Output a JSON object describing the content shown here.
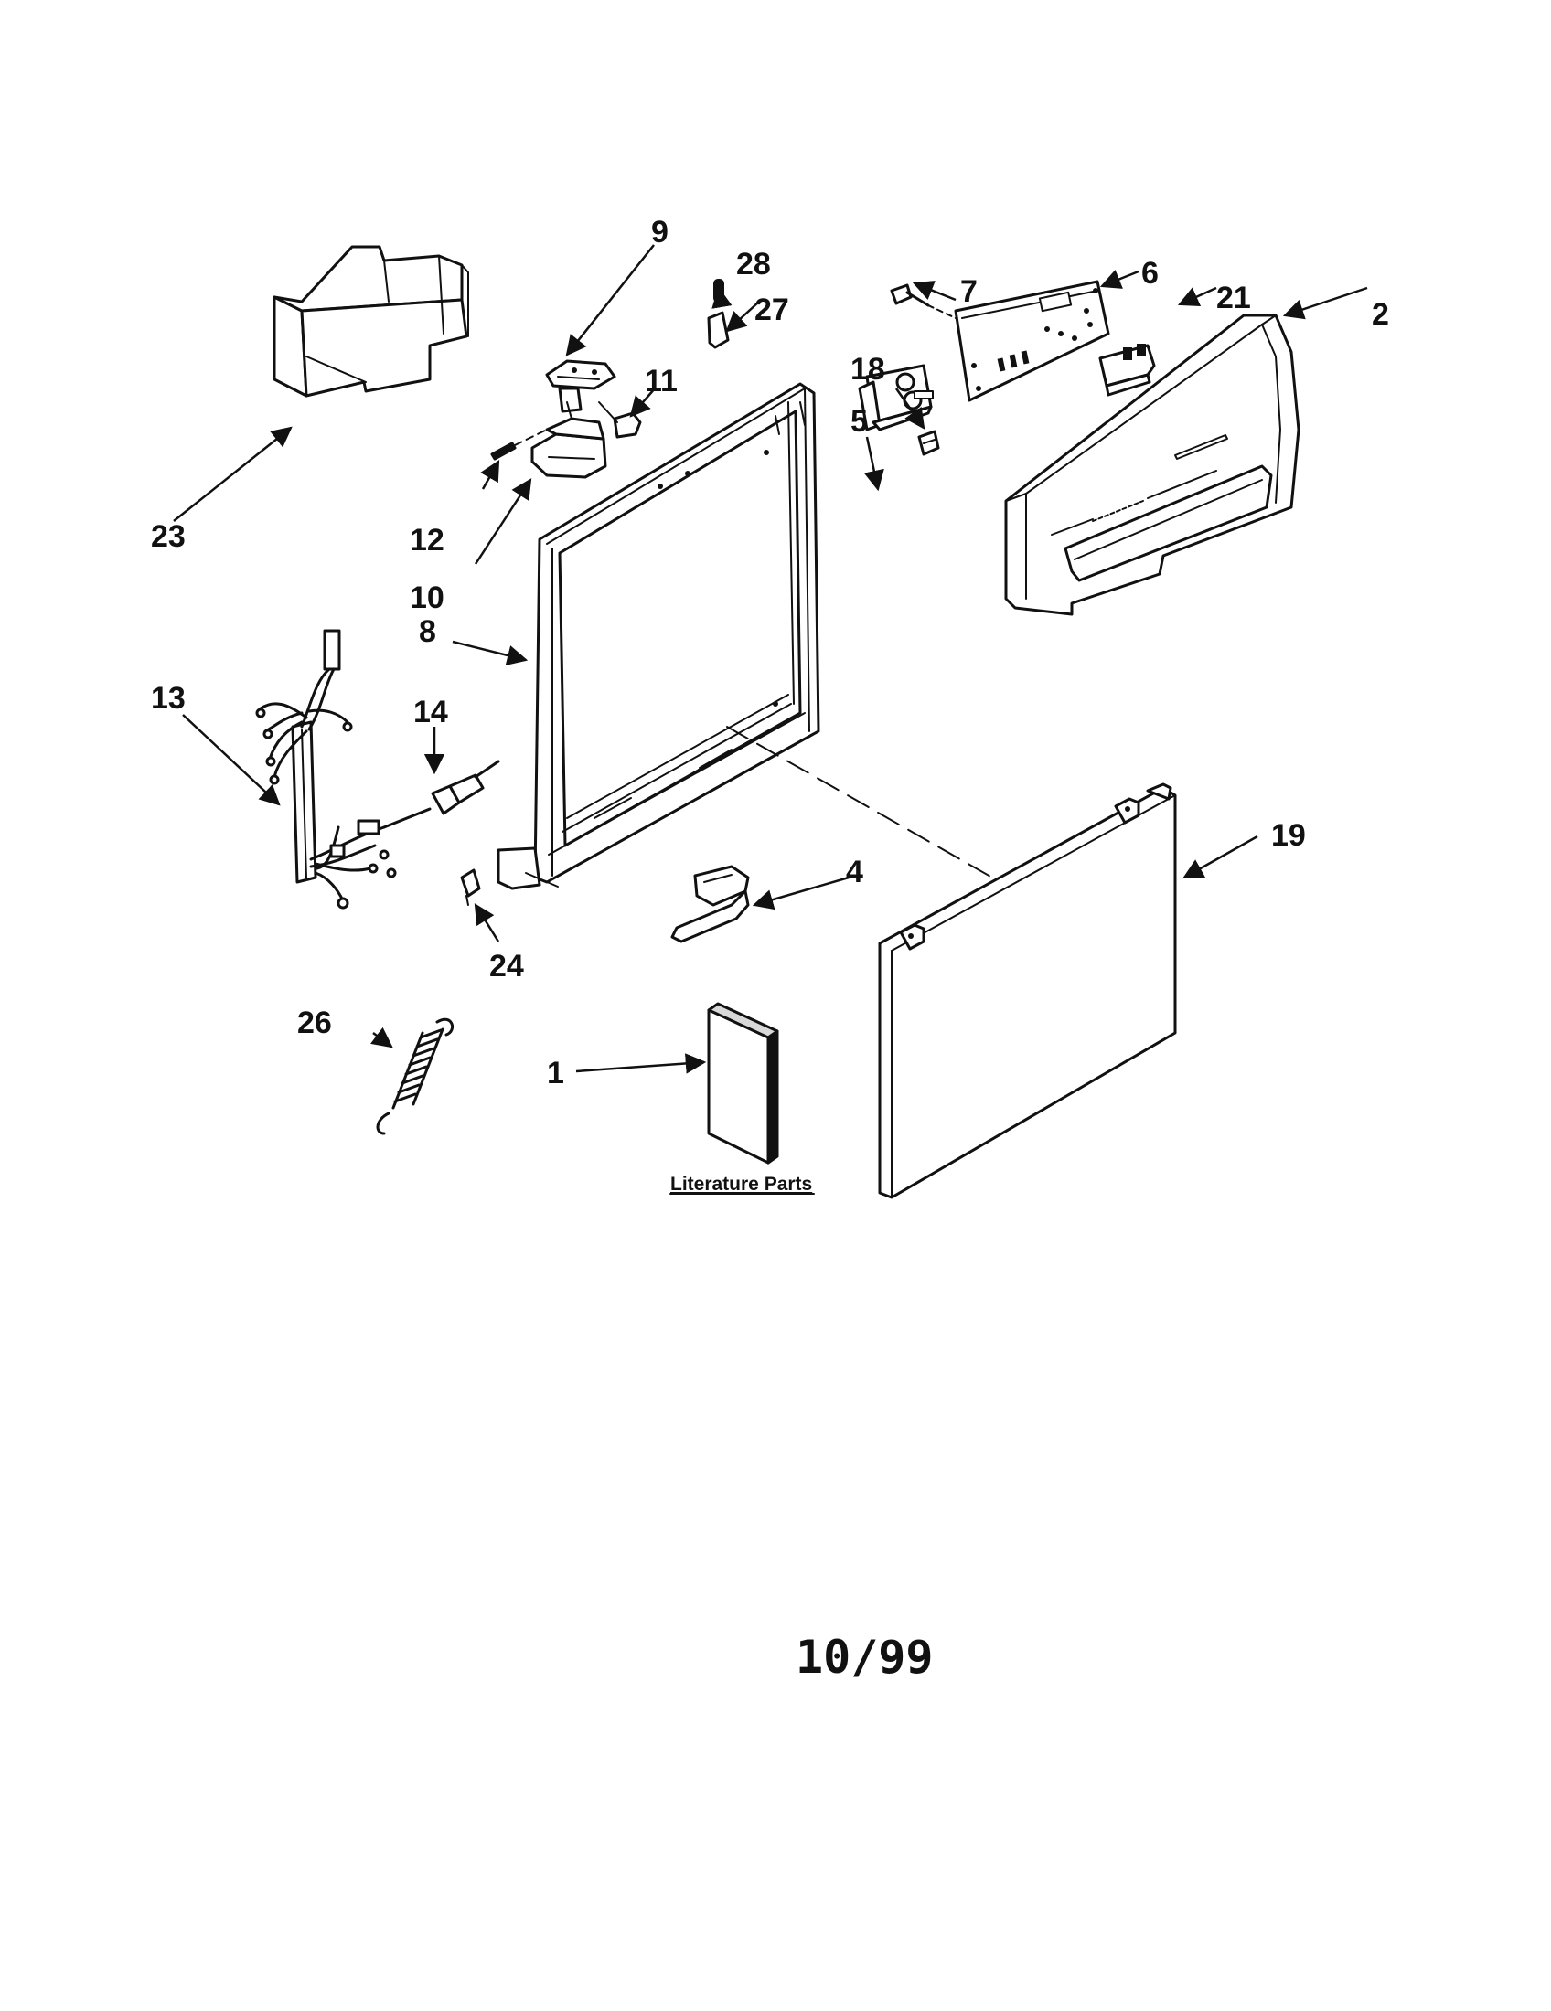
{
  "labels": {
    "p1": "1",
    "p2": "2",
    "p4": "4",
    "p5": "5",
    "p6": "6",
    "p7": "7",
    "p8": "8",
    "p9": "9",
    "p10": "10",
    "p11": "11",
    "p12": "12",
    "p13": "13",
    "p14": "14",
    "p18": "18",
    "p19": "19",
    "p21": "21",
    "p23": "23",
    "p24": "24",
    "p26": "26",
    "p27": "27",
    "p28": "28"
  },
  "literature_parts": "Literature Parts",
  "date": "10/99"
}
